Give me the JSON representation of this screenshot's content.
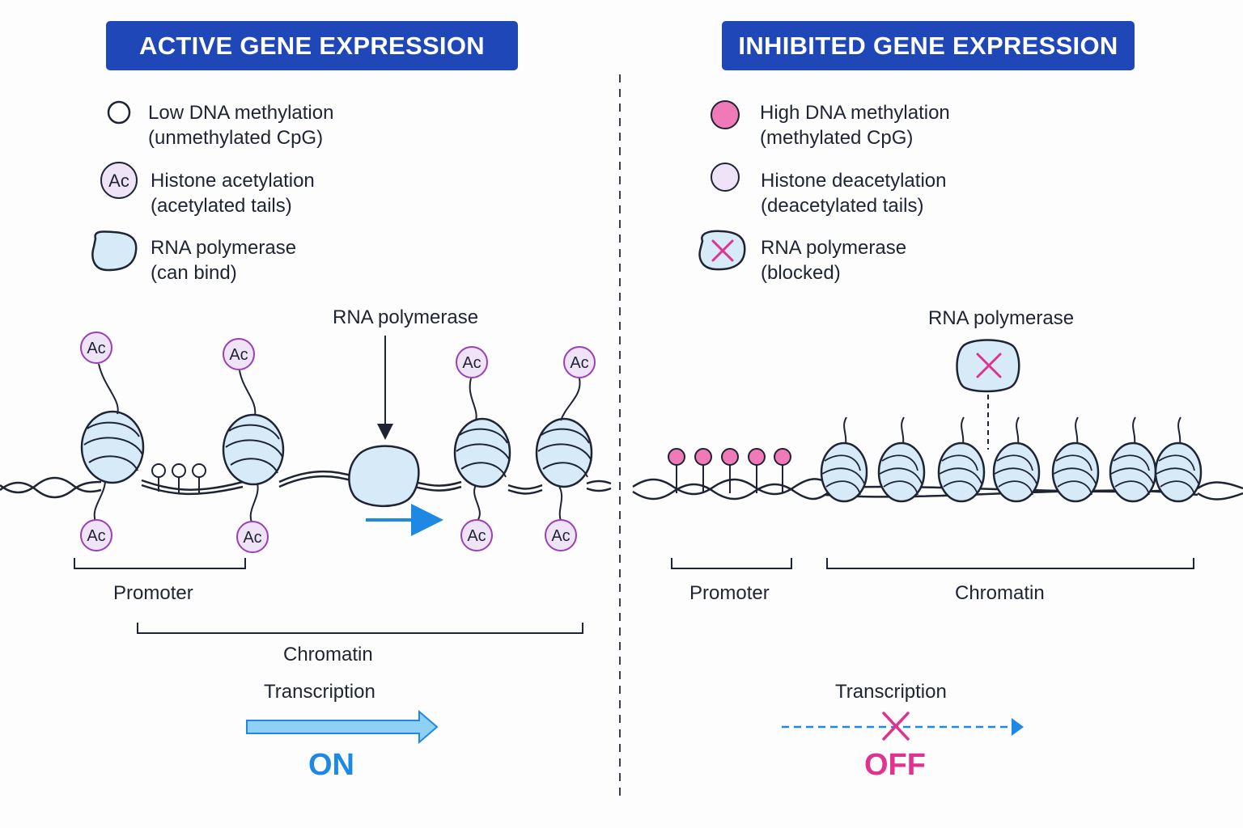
{
  "active": {
    "title": "ACTIVE GENE EXPRESSION",
    "legend": [
      {
        "icon": "open-circle-icon",
        "line1": "Low DNA methylation",
        "line2": "(unmethylated CpG)"
      },
      {
        "icon": "ac-circle-icon",
        "line1": "Histone acetylation",
        "line2": "(acetylated tails)"
      },
      {
        "icon": "rna-polymerase-icon",
        "line1": "RNA polymerase",
        "line2": "(can bind)"
      }
    ],
    "ac_tag": "Ac",
    "polymerase_label": "RNA polymerase",
    "promoter_label": "Promoter",
    "chromatin_label": "Chromatin",
    "transcription_label": "Transcription",
    "state": "ON"
  },
  "inhibited": {
    "title": "INHIBITED GENE EXPRESSION",
    "legend": [
      {
        "icon": "filled-pink-circle-icon",
        "line1": "High DNA methylation",
        "line2": "(methylated CpG)"
      },
      {
        "icon": "lavender-circle-icon",
        "line1": "Histone deacetylation",
        "line2": "(deacetylated tails)"
      },
      {
        "icon": "blocked-polymerase-icon",
        "line1": "RNA polymerase",
        "line2": "(blocked)"
      }
    ],
    "polymerase_label": "RNA polymerase",
    "promoter_label": "Promoter",
    "chromatin_label": "Chromatin",
    "transcription_label": "Transcription",
    "state": "OFF"
  },
  "colors": {
    "banner": "#1f47b8",
    "on": "#1e88e5",
    "off": "#e0338f",
    "nucleosome": "#d6eaf8",
    "ac_fill": "#efe3f7",
    "ac_stroke": "#9b3fb5",
    "methyl": "#f07ab8"
  }
}
